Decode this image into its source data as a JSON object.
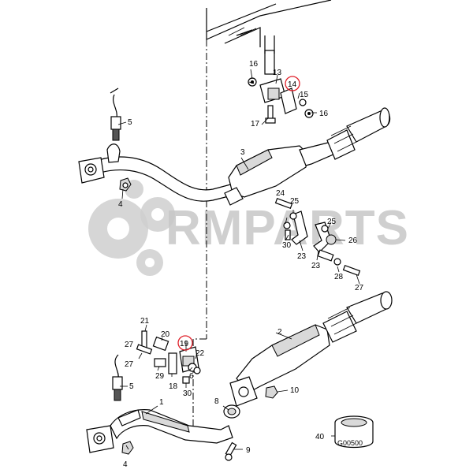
{
  "watermark": {
    "text": "RMPARTS"
  },
  "reference_code": "G00500",
  "highlight_color": "#e0202a",
  "callouts": {
    "c1": "1",
    "c2": "2",
    "c3": "3",
    "c4a": "4",
    "c4b": "4",
    "c5a": "5",
    "c5b": "5",
    "c6": "6",
    "c8": "8",
    "c9": "9",
    "c10": "10",
    "c13": "13",
    "c14": "14",
    "c15": "15",
    "c16a": "16",
    "c16b": "16",
    "c17": "17",
    "c18": "18",
    "c19": "19",
    "c20": "20",
    "c21": "21",
    "c22": "22",
    "c23a": "23",
    "c23b": "23",
    "c24": "24",
    "c25a": "25",
    "c25b": "25",
    "c26": "26",
    "c27a": "27",
    "c27b": "27",
    "c28": "28",
    "c29": "29",
    "c30a": "30",
    "c30b": "30",
    "c40": "40"
  }
}
